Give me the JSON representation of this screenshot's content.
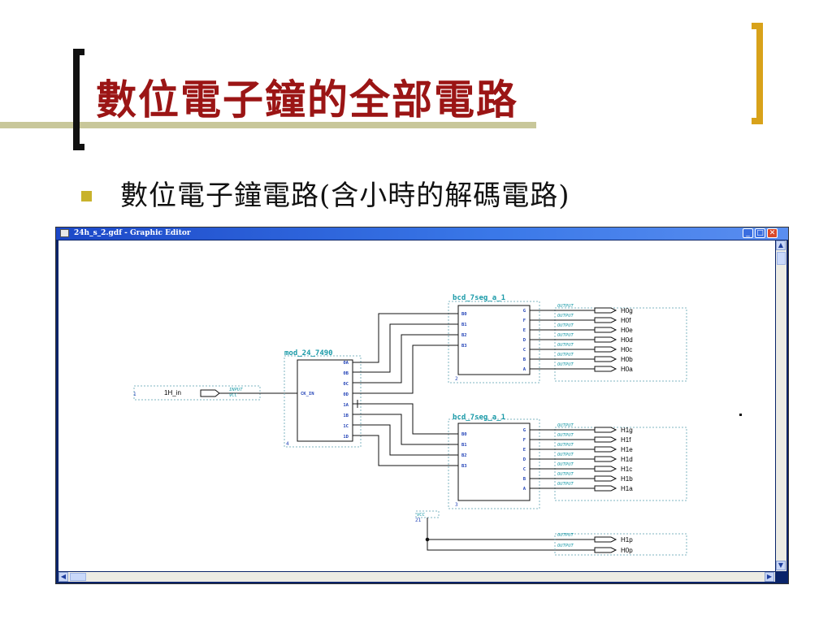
{
  "slide": {
    "title": "數位電子鐘的全部電路",
    "bullet_text": "數位電子鐘電路(含小時的解碼電路)"
  },
  "window": {
    "title": "24h_s_2.gdf - Graphic Editor",
    "icon": "app-icon",
    "buttons": {
      "minimize": "_",
      "maximize": "□",
      "close": "✕"
    }
  },
  "scrollbar": {
    "up": "▲",
    "down": "▼",
    "left": "◀",
    "right": "▶"
  },
  "schematic": {
    "input_pin": {
      "name": "1H_in",
      "type_label": "INPUT",
      "value": "VCC",
      "number": "1"
    },
    "counter": {
      "name": "mod_24_7490",
      "instance": "4",
      "clock_pin": "CK_IN",
      "pins": [
        "0A",
        "0B",
        "0C",
        "0D",
        "1A",
        "1B",
        "1C",
        "1D"
      ]
    },
    "decoders": [
      {
        "name": "bcd_7seg_a_1",
        "instance": "2",
        "in_pins": [
          "B0",
          "B1",
          "B2",
          "B3"
        ],
        "out_pins": [
          "G",
          "F",
          "E",
          "D",
          "C",
          "B",
          "A"
        ],
        "outputs": [
          "H0g",
          "H0f",
          "H0e",
          "H0d",
          "H0c",
          "H0b",
          "H0a"
        ]
      },
      {
        "name": "bcd_7seg_a_1",
        "instance": "3",
        "in_pins": [
          "B0",
          "B1",
          "B2",
          "B3"
        ],
        "out_pins": [
          "G",
          "F",
          "E",
          "D",
          "C",
          "B",
          "A"
        ],
        "outputs": [
          "H1g",
          "H1f",
          "H1e",
          "H1d",
          "H1c",
          "H1b",
          "H1a"
        ]
      }
    ],
    "vcc_source": {
      "label": "VCC",
      "number": "21"
    },
    "extra_outputs": [
      "H1p",
      "H0p"
    ],
    "output_type_label": "OUTPUT"
  },
  "colors": {
    "title": "#9b1515",
    "bracket_right": "#d8a21a",
    "bullet": "#c8b22c",
    "titlebar": "#1c48c8",
    "cyan_label": "#1a9aa8",
    "pin_label": "#2545b8"
  }
}
